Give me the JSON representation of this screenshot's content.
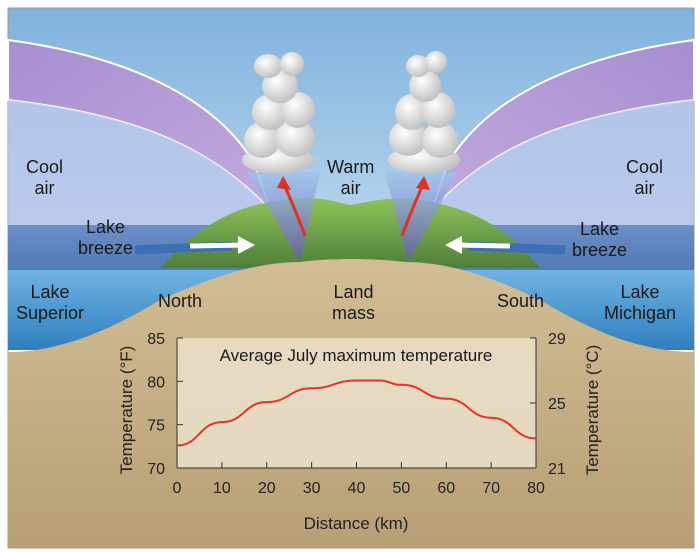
{
  "labels": {
    "cool_air_left": [
      "Cool",
      "air"
    ],
    "cool_air_right": [
      "Cool",
      "air"
    ],
    "warm_air": [
      "Warm",
      "air"
    ],
    "lake_breeze_left": [
      "Lake",
      "breeze"
    ],
    "lake_breeze_right": [
      "Lake",
      "breeze"
    ],
    "lake_superior": [
      "Lake",
      "Superior"
    ],
    "lake_michigan": [
      "Lake",
      "Michigan"
    ],
    "north": "North",
    "south": "South",
    "land_mass": [
      "Land",
      "mass"
    ]
  },
  "colors": {
    "sky_top": "#7fb2de",
    "sky_bottom": "#cfe2f2",
    "cool_air_band": "#b39ad6",
    "lake_water": "#4a98cf",
    "ground": "#c9b48c",
    "chart_bg": "#e9dfc7",
    "curve": "#e8322a",
    "breeze_arrow": "#3f74b8",
    "warm_arrow": "#e5301f"
  },
  "chart_data": {
    "type": "line",
    "title": "Average July maximum temperature",
    "xlabel": "Distance (km)",
    "ylabel": "Temperature (°F)",
    "y2label": "Temperature (°C)",
    "x_ticks": [
      0,
      10,
      20,
      30,
      40,
      50,
      60,
      70,
      80
    ],
    "y_ticks": [
      70,
      75,
      80,
      85
    ],
    "y2_ticks": [
      21,
      25,
      29
    ],
    "xlim": [
      0,
      80
    ],
    "ylim": [
      70,
      85
    ],
    "y2lim": [
      21,
      29
    ],
    "series": [
      {
        "x": [
          0,
          10,
          20,
          30,
          40,
          45,
          50,
          60,
          70,
          80
        ],
        "values": [
          72.6,
          75.3,
          77.6,
          79.2,
          80.1,
          80.1,
          79.6,
          78.0,
          75.8,
          73.4
        ]
      }
    ]
  }
}
